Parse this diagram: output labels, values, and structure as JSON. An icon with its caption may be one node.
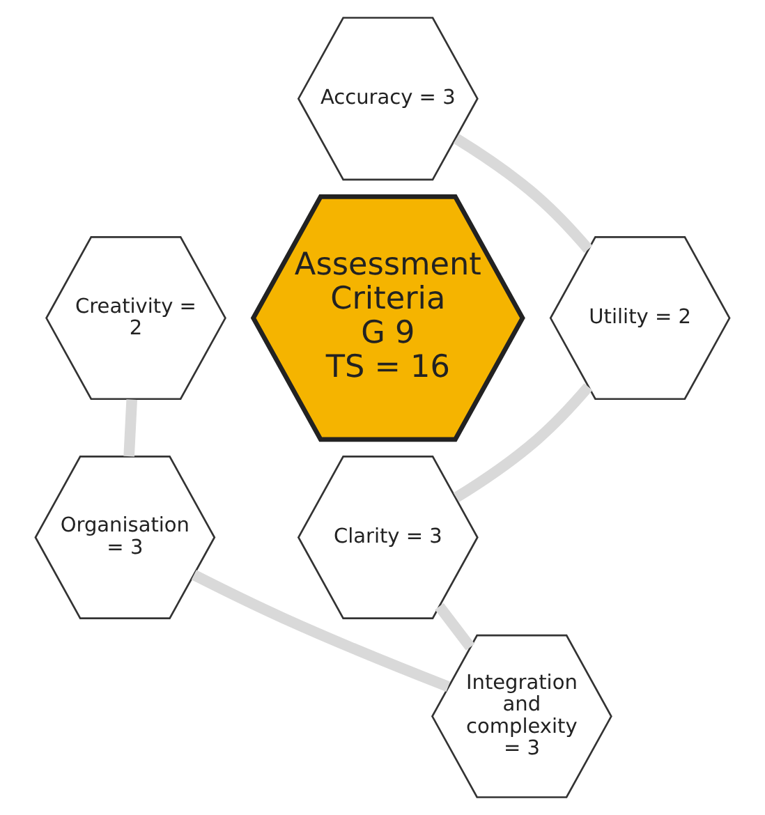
{
  "diagram": {
    "nodes": [
      {
        "text": [
          "Accuracy = 3"
        ]
      },
      {
        "text": [
          "Creativity = 2"
        ]
      },
      {
        "text": [
          "Assessment Criteria",
          "G 9",
          "TS = 16"
        ]
      },
      {
        "text": [
          "Utility = 2"
        ]
      },
      {
        "text": [
          "Organisation = 3"
        ]
      },
      {
        "text": [
          "Clarity = 3"
        ]
      },
      {
        "text": [
          "Integration and complexity = 3"
        ]
      }
    ],
    "edges": [
      {
        "from": 0,
        "to": 3,
        "arrow": "none"
      },
      {
        "from": 3,
        "to": 5,
        "arrow": "none"
      },
      {
        "from": 5,
        "to": 6,
        "arrow": "none"
      },
      {
        "from": 6,
        "to": 4,
        "arrow": "none"
      },
      {
        "from": 4,
        "to": 1,
        "arrow": "none"
      }
    ]
  }
}
